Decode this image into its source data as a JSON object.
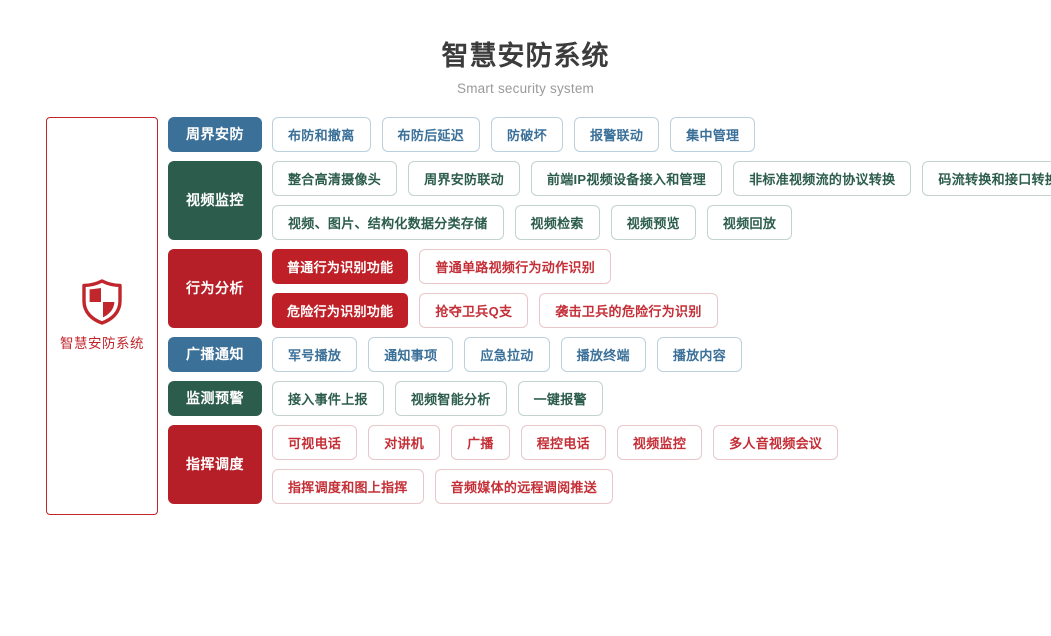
{
  "header": {
    "title": "智慧安防系统",
    "subtitle": "Smart security system"
  },
  "root": {
    "label": "智慧安防系统",
    "icon": "shield-icon"
  },
  "colors": {
    "blue": "#3b7099",
    "blue_border": "#bcd0de",
    "green": "#2c5c4c",
    "green_border": "#c3d3cd",
    "red": "#b61f28",
    "red_subcat": "#bf2027",
    "red_border": "#e9c7ca",
    "red_text": "#c42f37",
    "title_text": "#3c3c3c",
    "subtitle_text": "#9a9a9a"
  },
  "rows": [
    {
      "category": "周界安防",
      "theme": "blue",
      "lines": [
        {
          "items": [
            "布防和撤离",
            "布防后延迟",
            "防破坏",
            "报警联动",
            "集中管理"
          ]
        }
      ]
    },
    {
      "category": "视频监控",
      "theme": "green",
      "lines": [
        {
          "items": [
            "整合高清摄像头",
            "周界安防联动",
            "前端IP视频设备接入和管理",
            "非标准视频流的协议转换",
            "码流转换和接口转换"
          ]
        },
        {
          "items": [
            "视频、图片、结构化数据分类存储",
            "视频检索",
            "视频预览",
            "视频回放"
          ]
        }
      ]
    },
    {
      "category": "行为分析",
      "theme": "red",
      "lines": [
        {
          "subcategory": "普通行为识别功能",
          "items": [
            "普通单路视频行为动作识别"
          ]
        },
        {
          "subcategory": "危险行为识别功能",
          "items": [
            "抢夺卫兵Q支",
            "袭击卫兵的危险行为识别"
          ]
        }
      ]
    },
    {
      "category": "广播通知",
      "theme": "blue",
      "lines": [
        {
          "items": [
            "军号播放",
            "通知事项",
            "应急拉动",
            "播放终端",
            "播放内容"
          ]
        }
      ]
    },
    {
      "category": "监测预警",
      "theme": "green",
      "lines": [
        {
          "items": [
            "接入事件上报",
            "视频智能分析",
            "一键报警"
          ]
        }
      ]
    },
    {
      "category": "指挥调度",
      "theme": "red",
      "lines": [
        {
          "items": [
            "可视电话",
            "对讲机",
            "广播",
            "程控电话",
            "视频监控",
            "多人音视频会议"
          ]
        },
        {
          "items": [
            "指挥调度和图上指挥",
            "音频媒体的远程调阅推送"
          ]
        }
      ]
    }
  ]
}
